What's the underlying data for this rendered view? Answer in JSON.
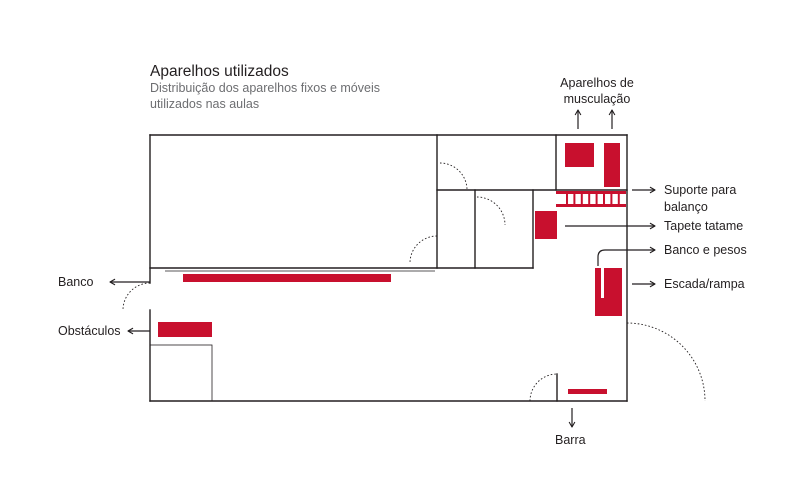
{
  "header": {
    "title": "Aparelhos utilizados",
    "subtitle": [
      "Distribuição dos aparelhos fixos e móveis",
      "utilizados nas aulas"
    ]
  },
  "labels": {
    "aparelhos_musculacao": [
      "Aparelhos de",
      "musculação"
    ],
    "suporte_balanco": [
      "Suporte para",
      "balanço"
    ],
    "tapete_tatame": "Tapete tatame",
    "banco_pesos": "Banco e pesos",
    "escada_rampa": "Escada/rampa",
    "banco": "Banco",
    "obstaculos": "Obstáculos",
    "barra": "Barra"
  },
  "colors": {
    "equipment": "#c8102e",
    "walls": "#231f20",
    "subtitle": "#6d6e71"
  }
}
